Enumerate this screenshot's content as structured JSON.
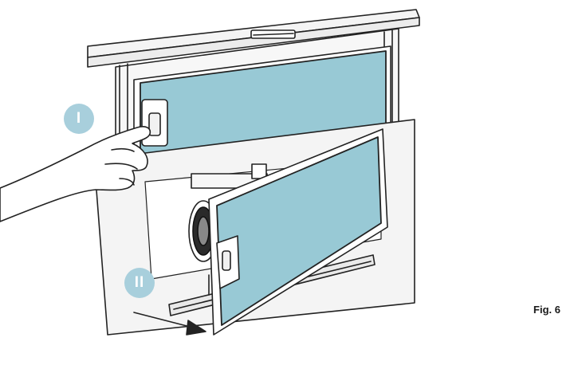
{
  "figure": {
    "label": "Fig. 6"
  },
  "steps": [
    {
      "label": "I"
    },
    {
      "label": "II"
    }
  ],
  "colors": {
    "filter_fill": "#98c9d5",
    "badge_fill": "#a8cfdc",
    "outline": "#222222",
    "housing_fill": "#f4f4f4"
  },
  "icons": [
    "hand-icon",
    "arrow-icon",
    "fan-motor-icon"
  ]
}
